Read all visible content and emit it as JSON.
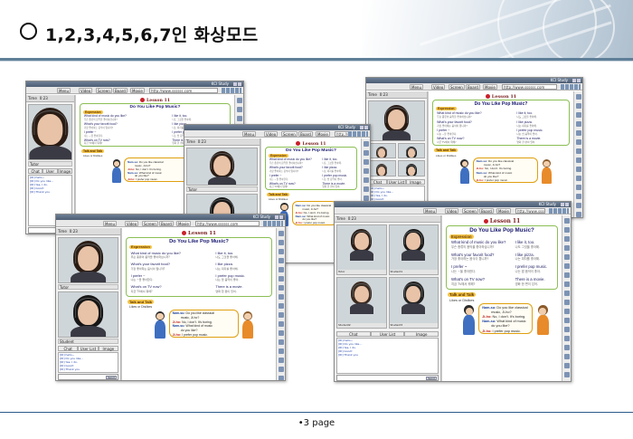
{
  "slide": {
    "title": "1,2,3,4,5,6,7인 화상모드",
    "page_label": "•3 page"
  },
  "app": {
    "window_title": "KCI Study",
    "nav_items": [
      "Video",
      "Screen",
      "Board",
      "Movie"
    ],
    "menu_label": "Menu",
    "address": "http://www.ssssss.com",
    "time_label": "Time",
    "time_value": "0:23",
    "tutor_label": "Tutor",
    "student_label": "Student",
    "student_labels": [
      "Student1",
      "Student2",
      "Student3"
    ],
    "tabs": [
      "Chat",
      "User List",
      "Image"
    ],
    "send_label": "Send",
    "chat_lines": [
      "[ID] hello~",
      "[ID] Do you like...",
      "[ID] Yes, I do.",
      "[ID] Good!",
      "[ID] Thank you"
    ]
  },
  "lesson": {
    "lesson_label": "Lesson 11",
    "box_title": "Do You Like Pop Music?",
    "expression_label": "Expression",
    "phrases_left": [
      {
        "en": "What kind of music do you like?",
        "ko": "무슨 종류의 음악을 좋아하십니까?"
      },
      {
        "en": "What's your favorit food?",
        "ko": "가장 좋아하는 음식이 뭡니까?"
      },
      {
        "en": "I prefer ~",
        "ko": "나는 ~을 좋아한다."
      },
      {
        "en": "What's on TV now?",
        "ko": "지금 TV에서 뭐해?"
      }
    ],
    "phrases_right": [
      {
        "en": "I like it, too.",
        "ko": "나도 그것을 좋아해."
      },
      {
        "en": "I like pizza.",
        "ko": "나는 피자를 좋아해."
      },
      {
        "en": "I prefer pop music.",
        "ko": "나는 팝 음악이 좋아."
      },
      {
        "en": "There is a movie.",
        "ko": "영화 한 편이 있어."
      }
    ],
    "talk_label": "Talk and Talk",
    "likes_label": "Likes or Dislikes",
    "dialogue": [
      {
        "speaker": "Nam-su:",
        "text": "Do you like classical"
      },
      {
        "speaker": "",
        "text": "music, Ji-ho?"
      },
      {
        "speaker": "Ji-ho:",
        "text": "No, I don't. It's boring."
      },
      {
        "speaker": "Nam-su:",
        "text": "What kind of music"
      },
      {
        "speaker": "",
        "text": "do you like?"
      },
      {
        "speaker": "Ji-ho:",
        "text": "I prefer pop music."
      }
    ]
  }
}
